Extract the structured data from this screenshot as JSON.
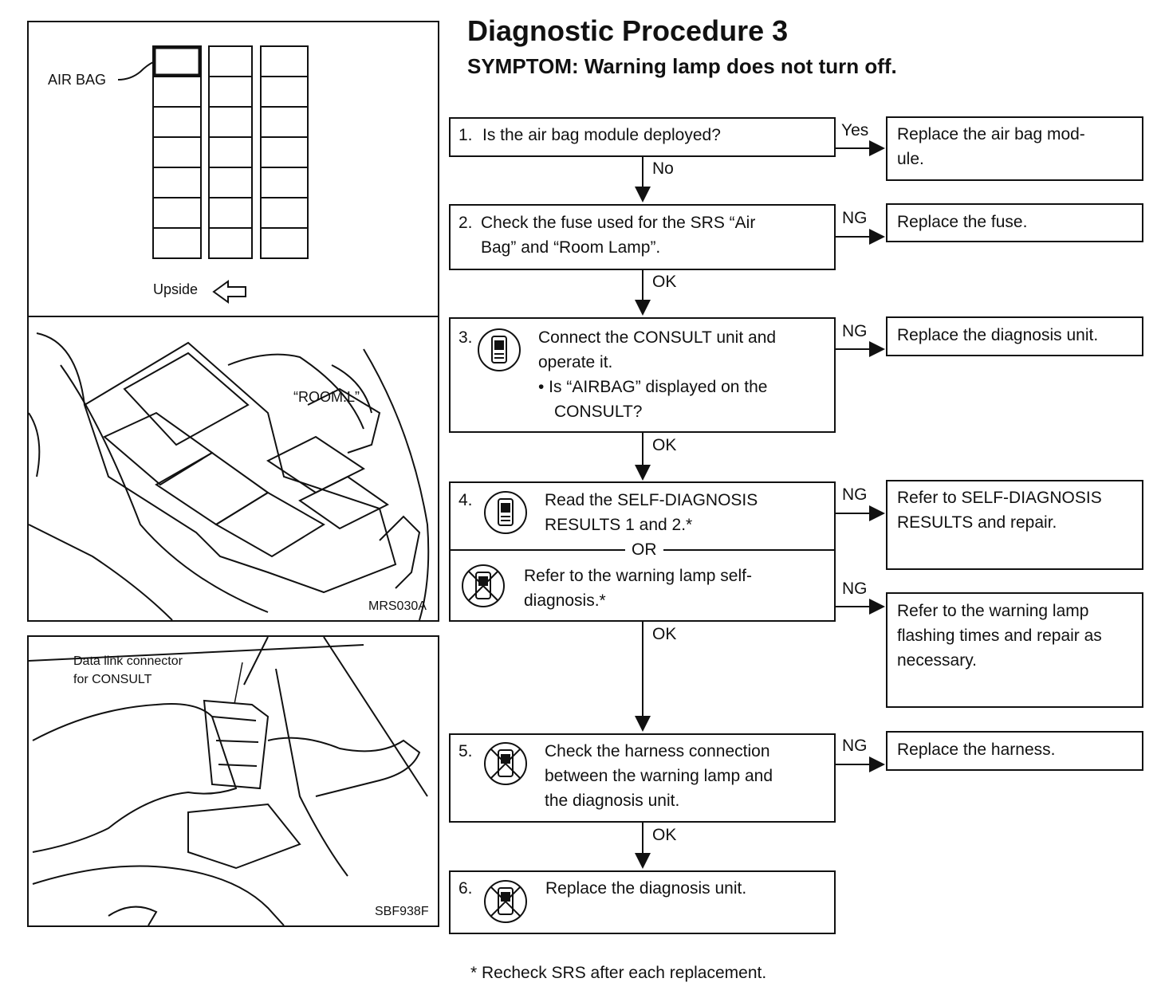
{
  "title": "Diagnostic Procedure 3",
  "symptom": "SYMPTOM: Warning lamp does not turn off.",
  "footnote": "* Recheck SRS after each replacement.",
  "figures": {
    "fuse_block": {
      "airbag_label": "AIR BAG",
      "upside_label": "Upside",
      "upside_icon": "hollow-left-arrow-icon"
    },
    "fuse_photo": {
      "room_label": "“ROOM.L”",
      "code": "MRS030A"
    },
    "connector_photo": {
      "label_line1": "Data link connector",
      "label_line2": "for CONSULT",
      "code": "SBF938F"
    }
  },
  "steps": [
    {
      "number": "1.",
      "lines": [
        "Is the air bag module deployed?"
      ]
    },
    {
      "number": "2.",
      "lines": [
        "Check the fuse used for the SRS “Air",
        "Bag” and “Room Lamp”."
      ]
    },
    {
      "number": "3.",
      "icon": "consult-unit-icon",
      "lines": [
        "Connect the CONSULT unit and",
        "operate it."
      ],
      "bullet": "• Is “AIRBAG” displayed on the",
      "bullet_cont": "CONSULT?"
    },
    {
      "number": "4.",
      "icon": "consult-unit-icon",
      "lines": [
        "Read the SELF-DIAGNOSIS",
        "RESULTS 1 and 2.*"
      ],
      "or_label": "OR",
      "alt_icon": "no-consult-icon",
      "alt_lines": [
        "Refer to the warning lamp self-",
        "diagnosis.*"
      ]
    },
    {
      "number": "5.",
      "icon": "no-consult-icon",
      "lines": [
        "Check the harness connection",
        "between the warning lamp and",
        "the diagnosis unit."
      ]
    },
    {
      "number": "6.",
      "icon": "no-consult-icon",
      "lines": [
        "Replace the diagnosis unit."
      ]
    }
  ],
  "results": [
    {
      "lines": [
        "Replace the air bag mod-",
        "ule."
      ]
    },
    {
      "lines": [
        "Replace the fuse."
      ]
    },
    {
      "lines": [
        "Replace the diagnosis unit."
      ]
    },
    {
      "lines": [
        "Refer to SELF-DIAGNOSIS",
        "RESULTS and repair."
      ]
    },
    {
      "lines": [
        "Refer to the warning lamp",
        "flashing times and repair as",
        "necessary."
      ]
    },
    {
      "lines": [
        "Replace the harness."
      ]
    }
  ],
  "edge_labels": {
    "yes": "Yes",
    "no": "No",
    "ng": "NG",
    "ok": "OK"
  }
}
